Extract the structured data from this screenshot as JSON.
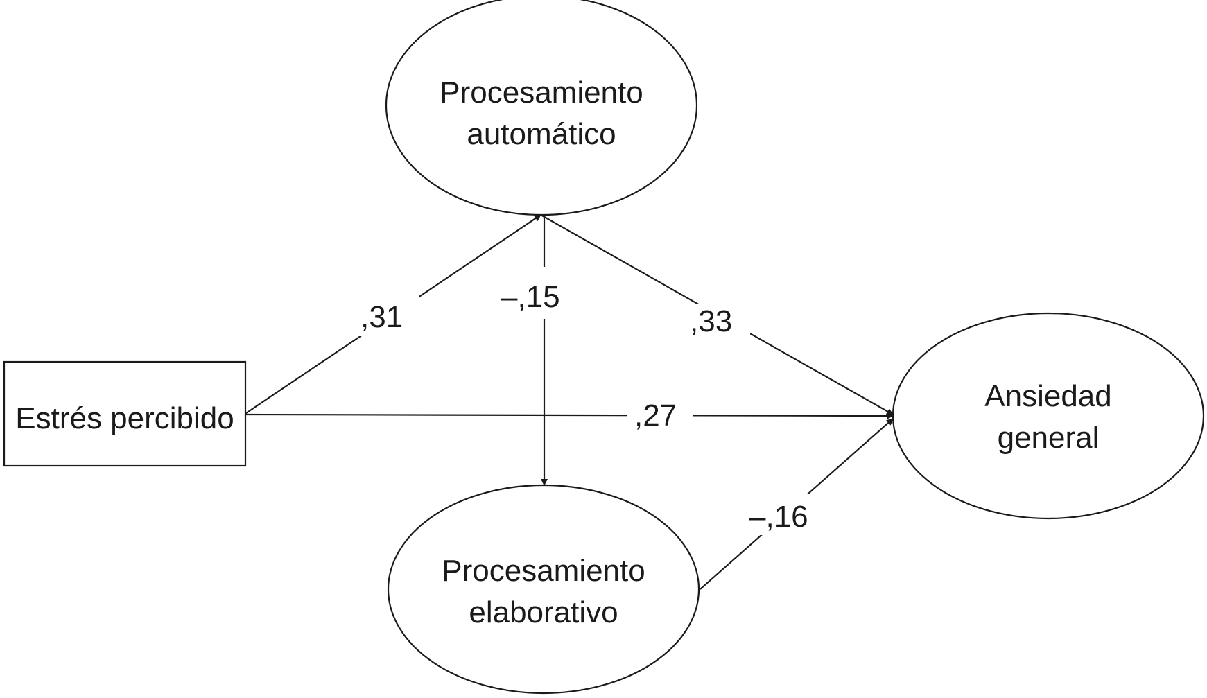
{
  "nodes": {
    "estres": {
      "label": "Estrés percibido"
    },
    "automatico": {
      "line1": "Procesamiento",
      "line2": "automático"
    },
    "elaborativo": {
      "line1": "Procesamiento",
      "line2": "elaborativo"
    },
    "ansiedad": {
      "line1": "Ansiedad",
      "line2": "general"
    }
  },
  "edges": {
    "estres_to_automatico": ",31",
    "automatico_to_elaborativo": "–,15",
    "automatico_to_ansiedad": ",33",
    "estres_to_ansiedad": ",27",
    "elaborativo_to_ansiedad": "–,16"
  }
}
